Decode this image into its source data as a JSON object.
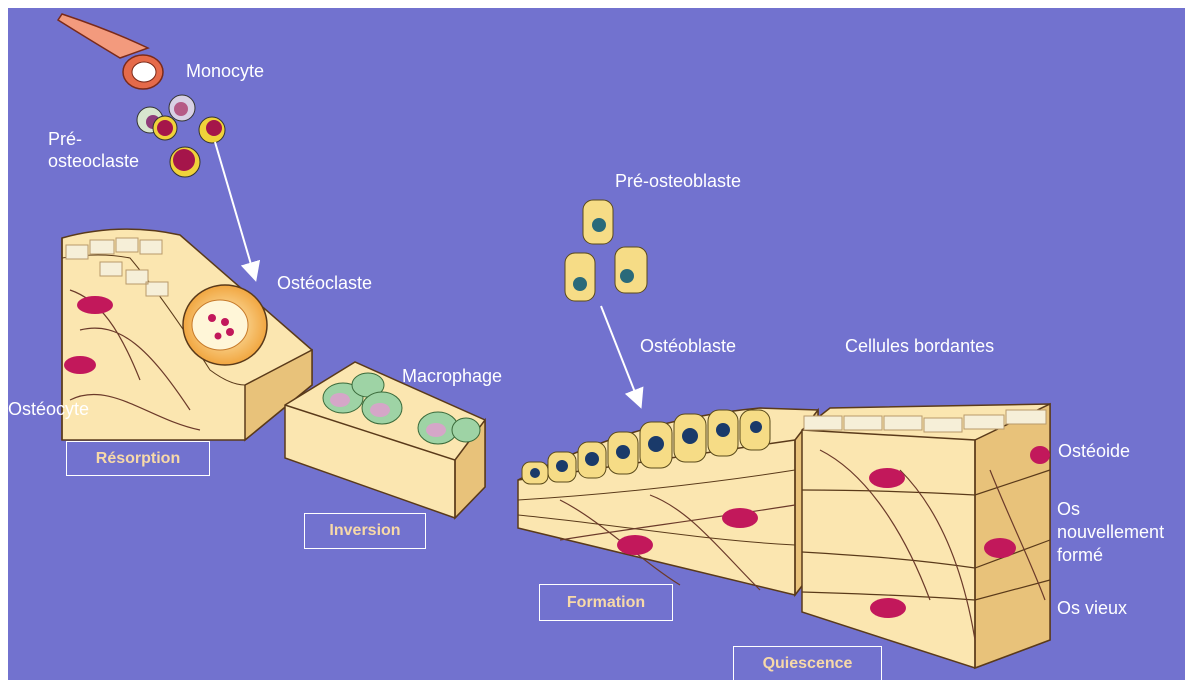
{
  "labels": {
    "monocyte": "Monocyte",
    "pre_osteoclaste_1": "Pré-",
    "pre_osteoclaste_2": "osteoclaste",
    "osteoclaste": "Ostéoclaste",
    "osteocyte": "Ostéocyte",
    "macrophage": "Macrophage",
    "pre_osteoblaste": "Pré-osteoblaste",
    "osteoblaste": "Ostéoblaste",
    "cellules_bordantes": "Cellules bordantes",
    "osteoide": "Ostéoide",
    "os_nouveau_1": "Os",
    "os_nouveau_2": "nouvellement",
    "os_nouveau_3": "formé",
    "os_vieux": "Os vieux"
  },
  "phases": {
    "resorption": "Résorption",
    "inversion": "Inversion",
    "formation": "Formation",
    "quiescence": "Quiescence"
  },
  "colors": {
    "background": "#7272cf",
    "bone": "#fbe6b0",
    "bone_shade": "#e8c27a",
    "canaliculi": "#6b3a2a",
    "osteocyte": "#c2185b",
    "phase_text": "#f7d9a8"
  }
}
